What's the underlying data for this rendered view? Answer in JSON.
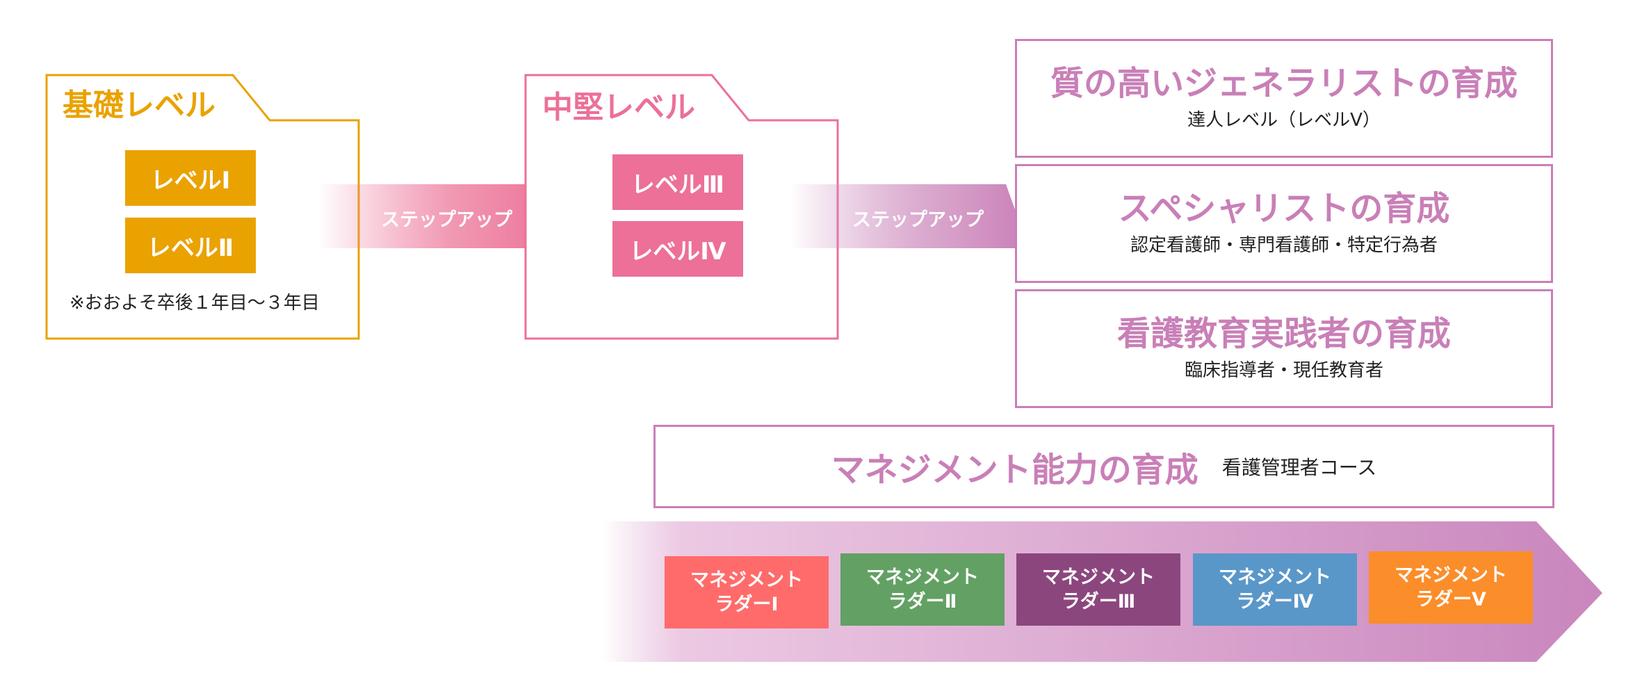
{
  "colors": {
    "basic": "#eaa200",
    "mid": "#ec7097",
    "goal": "#c97fb7",
    "ladder1": "#ff6b6b",
    "ladder2": "#62a163",
    "ladder3": "#8c467e",
    "ladder4": "#5a97c9",
    "ladder5": "#fb8d2a"
  },
  "basic": {
    "title": "基礎レベル",
    "levels": [
      "レベルⅠ",
      "レベルⅡ"
    ],
    "note": "※おおよそ卒後１年目～３年目"
  },
  "step1": {
    "label": "ステップアップ"
  },
  "mid": {
    "title": "中堅レベル",
    "levels": [
      "レベルⅢ",
      "レベルⅣ"
    ]
  },
  "step2": {
    "label": "ステップアップ"
  },
  "goals": [
    {
      "title": "質の高いジェネラリストの育成",
      "sub": "達人レベル（レベルⅤ）"
    },
    {
      "title": "スペシャリストの育成",
      "sub": "認定看護師・専門看護師・特定行為者"
    },
    {
      "title": "看護教育実践者の育成",
      "sub": "臨床指導者・現任教育者"
    }
  ],
  "management": {
    "title": "マネジメント能力の育成",
    "sub": "看護管理者コース"
  },
  "ladders": [
    {
      "line1": "マネジメント",
      "line2": "ラダーⅠ"
    },
    {
      "line1": "マネジメント",
      "line2": "ラダーⅡ"
    },
    {
      "line1": "マネジメント",
      "line2": "ラダーⅢ"
    },
    {
      "line1": "マネジメント",
      "line2": "ラダーⅣ"
    },
    {
      "line1": "マネジメント",
      "line2": "ラダーⅤ"
    }
  ]
}
